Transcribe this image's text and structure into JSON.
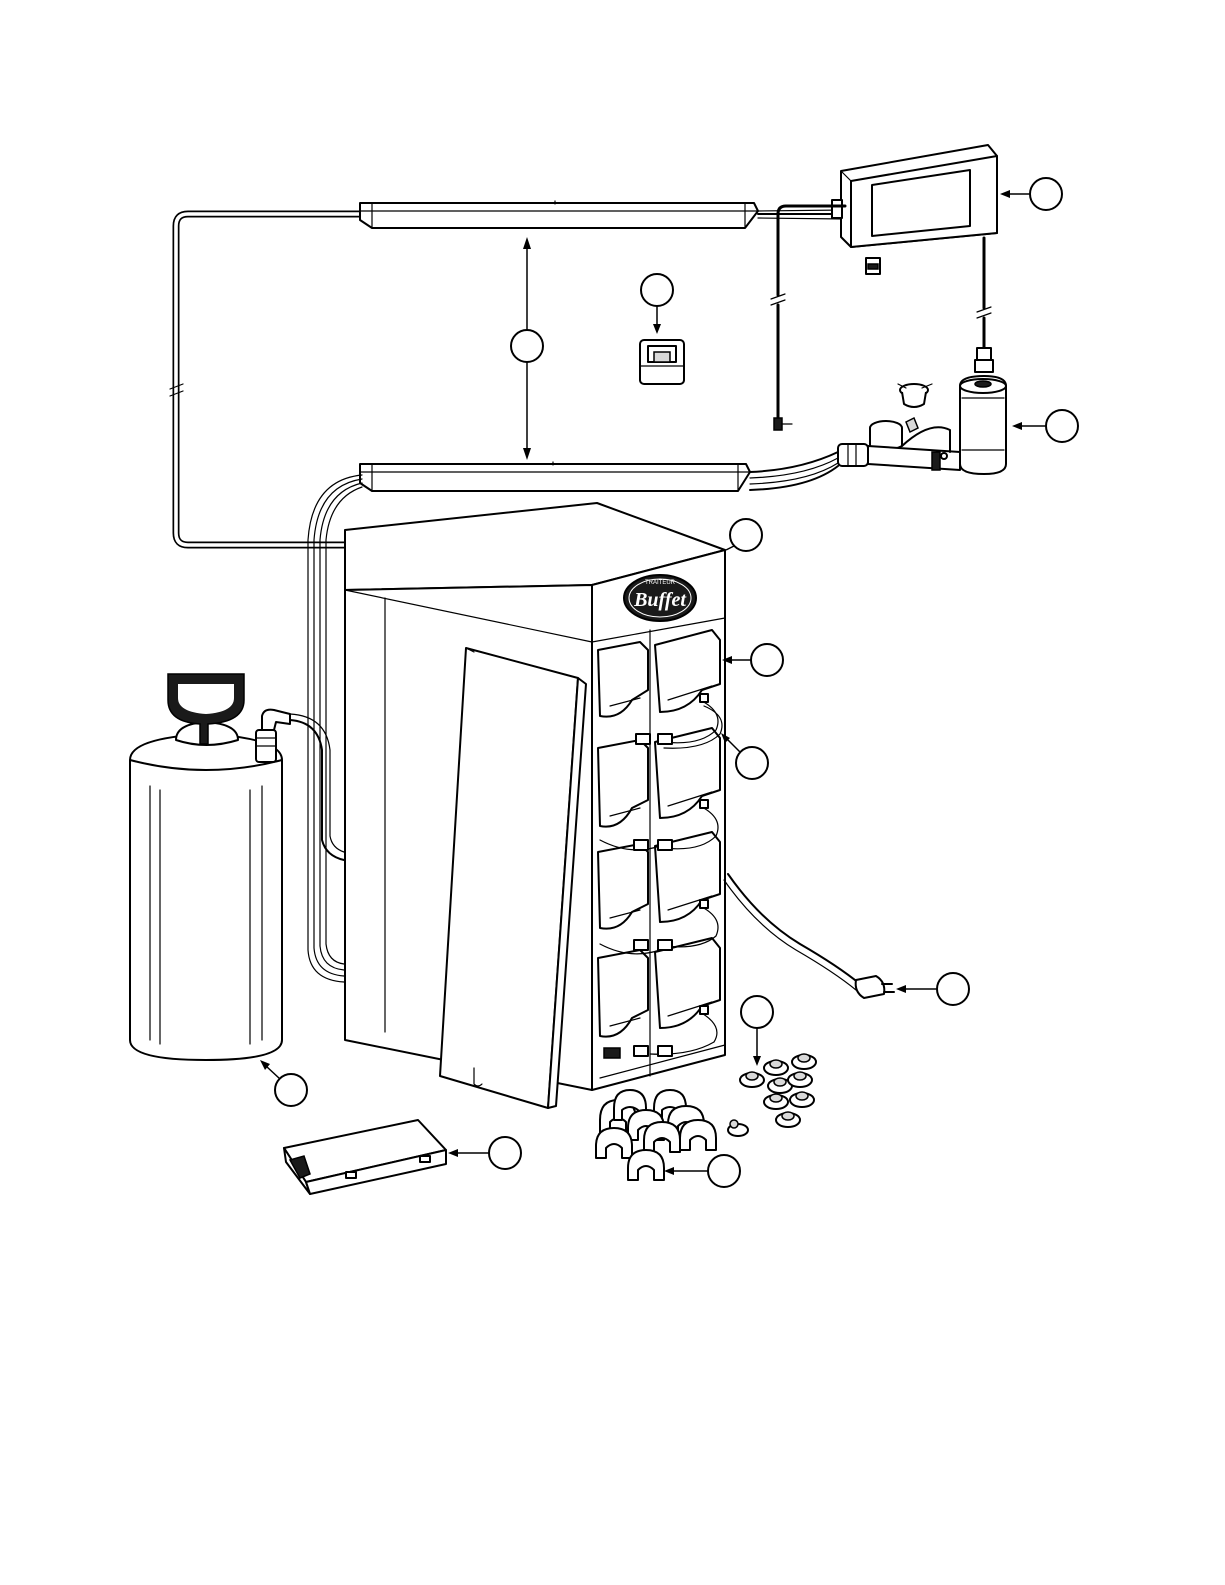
{
  "brand": {
    "logo_text": "Buffet",
    "logo_arc_text": "TRAITEUR",
    "logo_colors": {
      "badge": "#1a1a1a",
      "text": "#ffffff"
    }
  },
  "callouts": [
    {
      "id": "controller",
      "label": ""
    },
    {
      "id": "sensor-clip",
      "label": ""
    },
    {
      "id": "light-bars",
      "label": ""
    },
    {
      "id": "pump-filter",
      "label": ""
    },
    {
      "id": "cabinet",
      "label": ""
    },
    {
      "id": "wine-cradle",
      "label": ""
    },
    {
      "id": "tubing",
      "label": ""
    },
    {
      "id": "power-plug",
      "label": ""
    },
    {
      "id": "fittings",
      "label": ""
    },
    {
      "id": "tank",
      "label": ""
    },
    {
      "id": "tray",
      "label": ""
    },
    {
      "id": "spacers",
      "label": ""
    }
  ],
  "icons": [
    "controller-icon",
    "sensor-clip-icon",
    "light-bar-icon",
    "pump-icon",
    "cabinet-icon",
    "tank-icon",
    "tray-icon",
    "spacer-icon",
    "fitting-icon",
    "plug-icon"
  ]
}
